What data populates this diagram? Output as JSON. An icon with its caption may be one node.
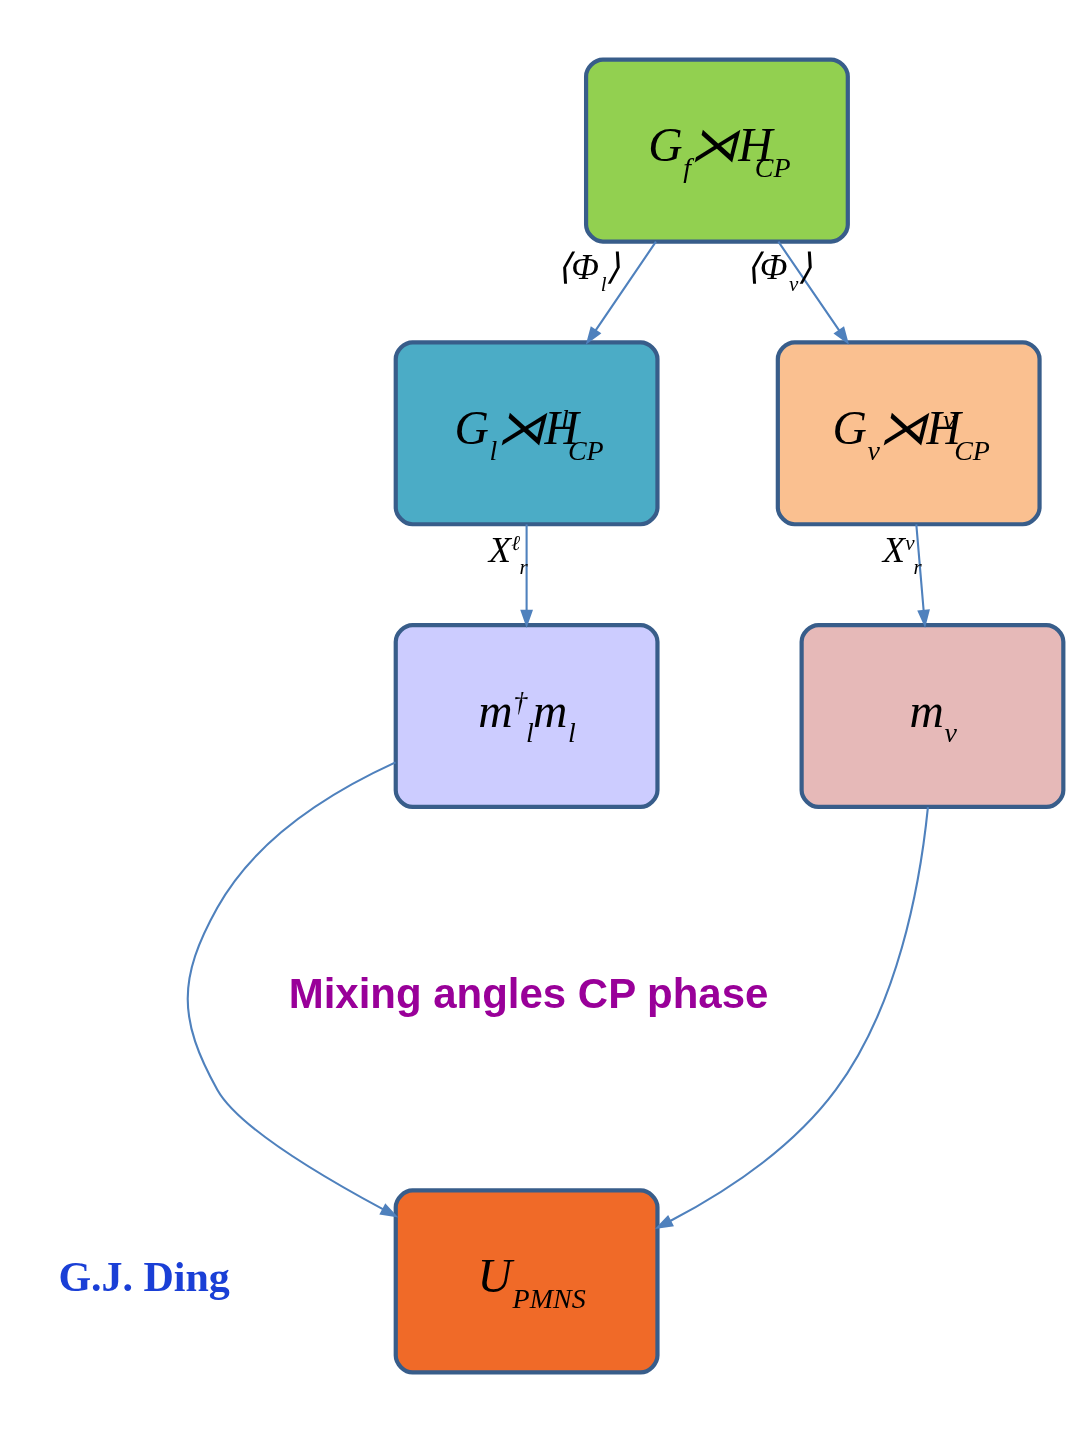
{
  "diagram": {
    "nodes": [
      {
        "text": [
          "G$_{f}$⋊H$_{CP}$"
        ]
      },
      {
        "text": [
          "G$_{l}$⋊H$^{l}$$_{CP}$"
        ]
      },
      {
        "text": [
          "G$_{ν}$⋊H$^{ν}$$_{CP}$"
        ]
      },
      {
        "text": [
          "m$^{†}$$_{l}$m$_{l}$"
        ]
      },
      {
        "text": [
          "m$_{ν}$"
        ]
      },
      {
        "text": [
          "U$_{PMNS}$"
        ]
      }
    ],
    "edges": [
      {
        "from": 0,
        "to": 1,
        "arrow": "to",
        "label": "⟨Φ$_{l}$⟩"
      },
      {
        "from": 0,
        "to": 2,
        "arrow": "to",
        "label": "⟨Φ$_{ν}$⟩"
      },
      {
        "from": 1,
        "to": 3,
        "arrow": "to",
        "label": "X$^{ℓ}$$_{r}$"
      },
      {
        "from": 2,
        "to": 4,
        "arrow": "to",
        "label": "X$^{ν}$$_{r}$"
      },
      {
        "from": 3,
        "to": 5,
        "arrow": "to"
      },
      {
        "from": 4,
        "to": 5,
        "arrow": "to"
      }
    ],
    "labels": [
      "Mixing angles CP phase",
      "G.J. Ding"
    ]
  }
}
